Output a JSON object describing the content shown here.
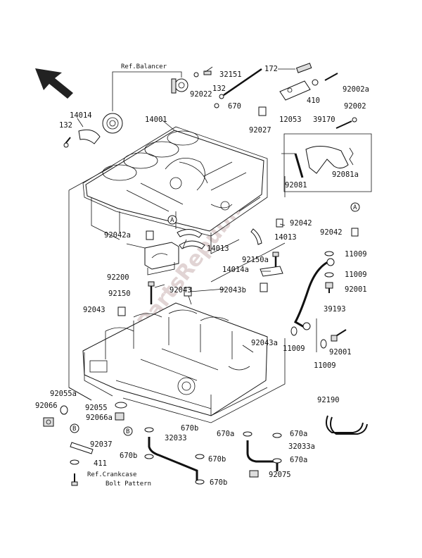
{
  "references": {
    "balancer": "Ref.Balancer",
    "crankcase_line1": "Ref.Crankcase",
    "crankcase_line2": "Bolt Pattern"
  },
  "watermark": "PartsRepublik",
  "part_labels": {
    "p172": "172",
    "p32151": "32151",
    "p132a": "132",
    "p92022": "92022",
    "p670": "670",
    "p410": "410",
    "p92002a": "92002a",
    "p92002": "92002",
    "p12053": "12053",
    "p39170": "39170",
    "p92027": "92027",
    "p14014": "14014",
    "p132b": "132",
    "p14001": "14001",
    "p92081": "92081",
    "p92081a": "92081a",
    "circleA1": "A",
    "circleA2": "A",
    "circleB1": "B",
    "circleB2": "B",
    "p92042_top": "92042",
    "p14013a": "14013",
    "p92042_r": "92042",
    "p92042a": "92042a",
    "p14013b": "14013",
    "p92150a": "92150a",
    "p11009a": "11009",
    "p14014a": "14014a",
    "p11009b": "11009",
    "p92200": "92200",
    "p92001a": "92001",
    "p92150": "92150",
    "p92043a": "92043",
    "p92043b": "92043b",
    "p92043": "92043",
    "p39193": "39193",
    "p11009c": "11009",
    "p92001b": "92001",
    "p92043a2": "92043a",
    "p11009d": "11009",
    "p92055a": "92055a",
    "p92066": "92066",
    "p92055": "92055",
    "p92066a": "92066a",
    "p92190": "92190",
    "p670b1": "670b",
    "p92037": "92037",
    "p32033": "32033",
    "p670a1": "670a",
    "p670a2": "670a",
    "p670b2": "670b",
    "p32033a": "32033a",
    "p670b3": "670b",
    "p411": "411",
    "p670a3": "670a",
    "p92075": "92075",
    "p670b4": "670b"
  }
}
